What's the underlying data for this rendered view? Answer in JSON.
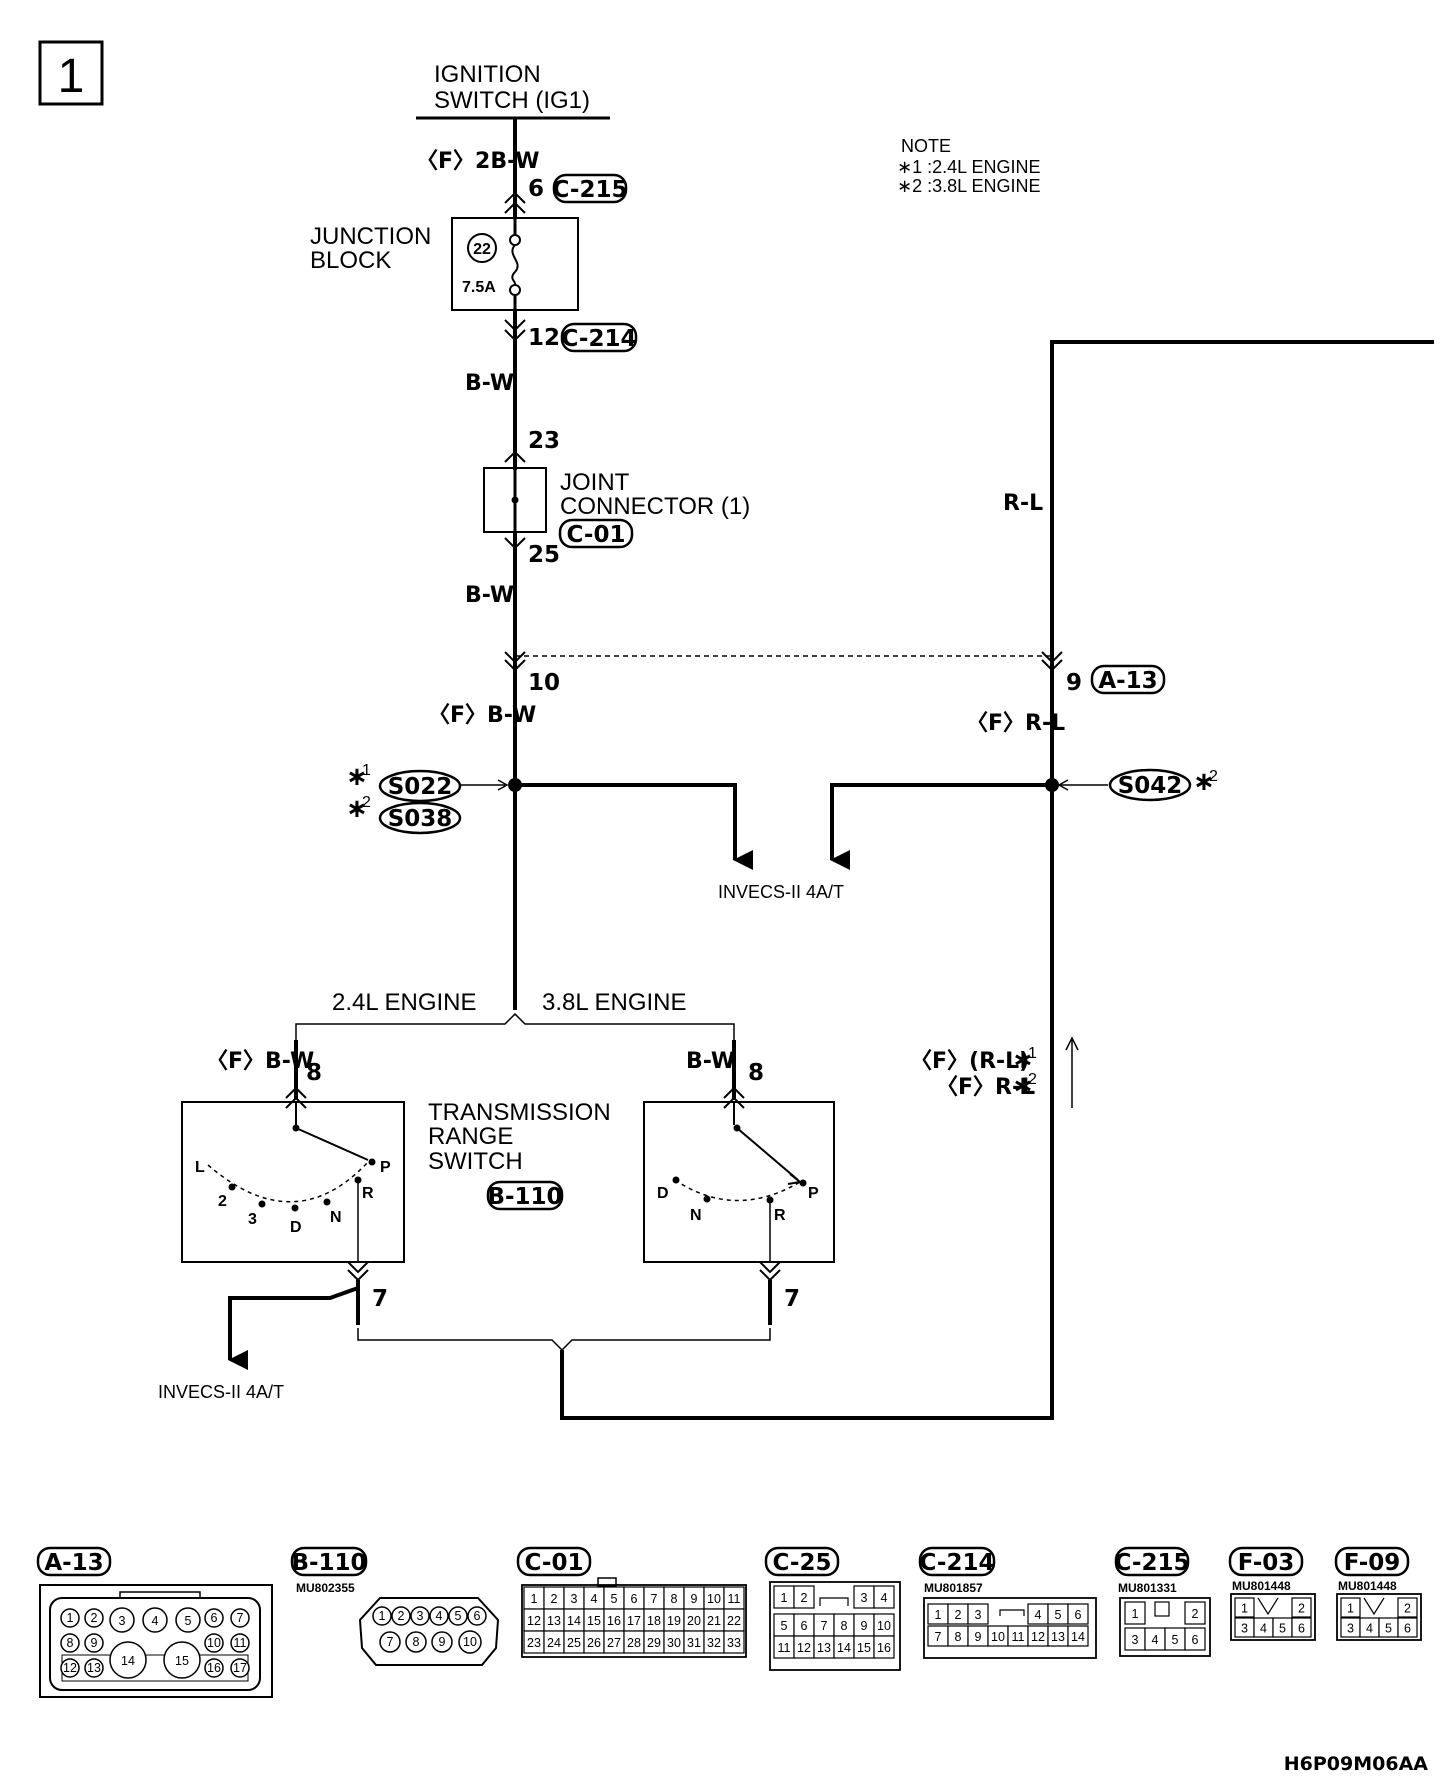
{
  "page_number": "1",
  "ignition": {
    "line1": "IGNITION",
    "line2": "SWITCH (IG1)"
  },
  "note": {
    "title": "NOTE",
    "star1": "∗1 :2.4L ENGINE",
    "star2": "∗2 :3.8L ENGINE"
  },
  "wires": {
    "f_2bw": "〈F〉2B-W",
    "bw_1": "B-W",
    "bw_2": "B-W",
    "f_bw": "〈F〉B-W",
    "rl": "R-L",
    "f_rl": "〈F〉R-L",
    "f_bw_left": "〈F〉B-W",
    "bw_right": "B-W",
    "f_rl_paren": "〈F〉(R-L)",
    "f_rl_2": "〈F〉R-L"
  },
  "pins": {
    "p6": "6",
    "p12": "12",
    "p23": "23",
    "p25": "25",
    "p10": "10",
    "p9": "9",
    "p8_left": "8",
    "p8_right": "8",
    "p7_left": "7",
    "p7_right": "7"
  },
  "connector_refs": {
    "c215": "C-215",
    "c214": "C-214",
    "c01": "C-01",
    "a13": "A-13",
    "b110": "B-110"
  },
  "junction_block": {
    "line1": "JUNCTION",
    "line2": "BLOCK",
    "fuse_number": "22",
    "fuse_rating": "7.5A"
  },
  "joint_connector": {
    "line1": "JOINT",
    "line2": "CONNECTOR (1)"
  },
  "splices": {
    "s022": "S022",
    "s038": "S038",
    "s042": "S042",
    "star1": "∗",
    "star2": "∗",
    "sup1": "1",
    "sup2": "2"
  },
  "invecs_right": "INVECS-II 4A/T",
  "invecs_left": "INVECS-II 4A/T",
  "engine_24": "2.4L ENGINE",
  "engine_38": "3.8L ENGINE",
  "trs": {
    "line1": "TRANSMISSION",
    "line2": "RANGE",
    "line3": "SWITCH"
  },
  "switch_positions_left": [
    "L",
    "2",
    "3",
    "D",
    "N",
    "R",
    "P"
  ],
  "switch_positions_right": [
    "D",
    "N",
    "R",
    "P"
  ],
  "connector_views": [
    {
      "id": "A-13",
      "part": "",
      "pins": [
        "1",
        "2",
        "3",
        "4",
        "5",
        "6",
        "7",
        "8",
        "9",
        "10",
        "11",
        "12",
        "13",
        "14",
        "15",
        "16",
        "17"
      ]
    },
    {
      "id": "B-110",
      "part": "MU802355",
      "pins": [
        "1",
        "2",
        "3",
        "4",
        "5",
        "6",
        "7",
        "8",
        "9",
        "10"
      ]
    },
    {
      "id": "C-01",
      "part": "",
      "pins": [
        "1",
        "2",
        "3",
        "4",
        "5",
        "6",
        "7",
        "8",
        "9",
        "10",
        "11",
        "12",
        "13",
        "14",
        "15",
        "16",
        "17",
        "18",
        "19",
        "20",
        "21",
        "22",
        "23",
        "24",
        "25",
        "26",
        "27",
        "28",
        "29",
        "30",
        "31",
        "32",
        "33"
      ]
    },
    {
      "id": "C-25",
      "part": "",
      "pins": [
        "1",
        "2",
        "3",
        "4",
        "5",
        "6",
        "7",
        "8",
        "9",
        "10",
        "11",
        "12",
        "13",
        "14",
        "15",
        "16"
      ]
    },
    {
      "id": "C-214",
      "part": "MU801857",
      "pins": [
        "1",
        "2",
        "3",
        "4",
        "5",
        "6",
        "7",
        "8",
        "9",
        "10",
        "11",
        "12",
        "13",
        "14"
      ]
    },
    {
      "id": "C-215",
      "part": "MU801331",
      "pins": [
        "1",
        "2",
        "3",
        "4",
        "5",
        "6"
      ]
    },
    {
      "id": "F-03",
      "part": "MU801448",
      "pins": [
        "1",
        "2",
        "3",
        "4",
        "5",
        "6"
      ]
    },
    {
      "id": "F-09",
      "part": "MU801448",
      "pins": [
        "1",
        "2",
        "3",
        "4",
        "5",
        "6"
      ]
    }
  ],
  "figure_code": "H6P09M06AA"
}
